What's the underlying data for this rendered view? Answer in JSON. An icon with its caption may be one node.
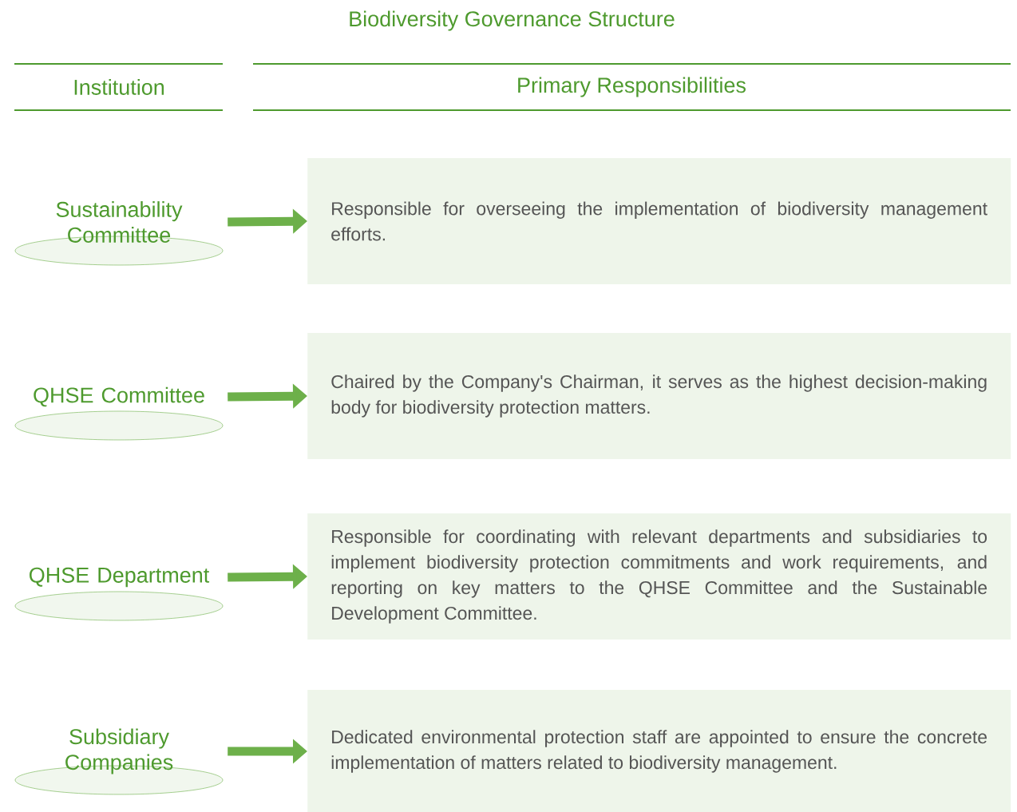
{
  "diagram": {
    "title": "Biodiversity Governance Structure",
    "nodes": [
      {
        "text": [
          "Sustainability Committee"
        ]
      },
      {
        "text": [
          "QHSE Committee"
        ]
      },
      {
        "text": [
          "QHSE Department"
        ]
      },
      {
        "text": [
          "Subsidiary Companies"
        ]
      },
      {
        "text": [
          "Responsible for overseeing the implementation of biodiversity management efforts."
        ]
      },
      {
        "text": [
          "Chaired by the Company's Chairman, it serves as the highest decision-making body for biodiversity protection matters."
        ]
      },
      {
        "text": [
          "Responsible for coordinating with relevant departments and subsidiaries to implement biodiversity protection commitments and work requirements, and reporting on key matters to the QHSE Committee and the Sustainable Development Committee."
        ]
      },
      {
        "text": [
          "Dedicated environmental protection staff are appointed to ensure the concrete implementation of matters related to biodiversity management."
        ]
      }
    ],
    "edges": [
      {
        "from": 0,
        "to": 4,
        "arrow": "to"
      },
      {
        "from": 1,
        "to": 5,
        "arrow": "to"
      },
      {
        "from": 2,
        "to": 6,
        "arrow": "to"
      },
      {
        "from": 3,
        "to": 7,
        "arrow": "to"
      }
    ],
    "labels": [
      "Institution",
      "Primary Responsibilities"
    ]
  }
}
